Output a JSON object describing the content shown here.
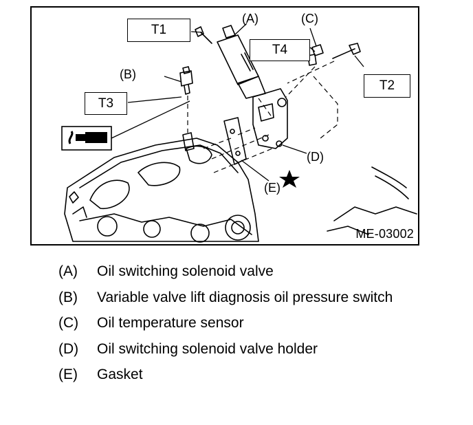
{
  "figure": {
    "id": "ME-03002",
    "callouts": {
      "t1": "T1",
      "t2": "T2",
      "t3": "T3",
      "t4": "T4"
    },
    "part_labels": {
      "a": "(A)",
      "b": "(B)",
      "c": "(C)",
      "d": "(D)",
      "e": "(E)"
    },
    "symbols": [
      "star-icon",
      "sealant-icon"
    ]
  },
  "legend": [
    {
      "key": "(A)",
      "text": "Oil switching solenoid valve"
    },
    {
      "key": "(B)",
      "text": "Variable valve lift diagnosis oil pressure switch"
    },
    {
      "key": "(C)",
      "text": "Oil temperature sensor"
    },
    {
      "key": "(D)",
      "text": "Oil switching solenoid valve holder"
    },
    {
      "key": "(E)",
      "text": "Gasket"
    }
  ]
}
